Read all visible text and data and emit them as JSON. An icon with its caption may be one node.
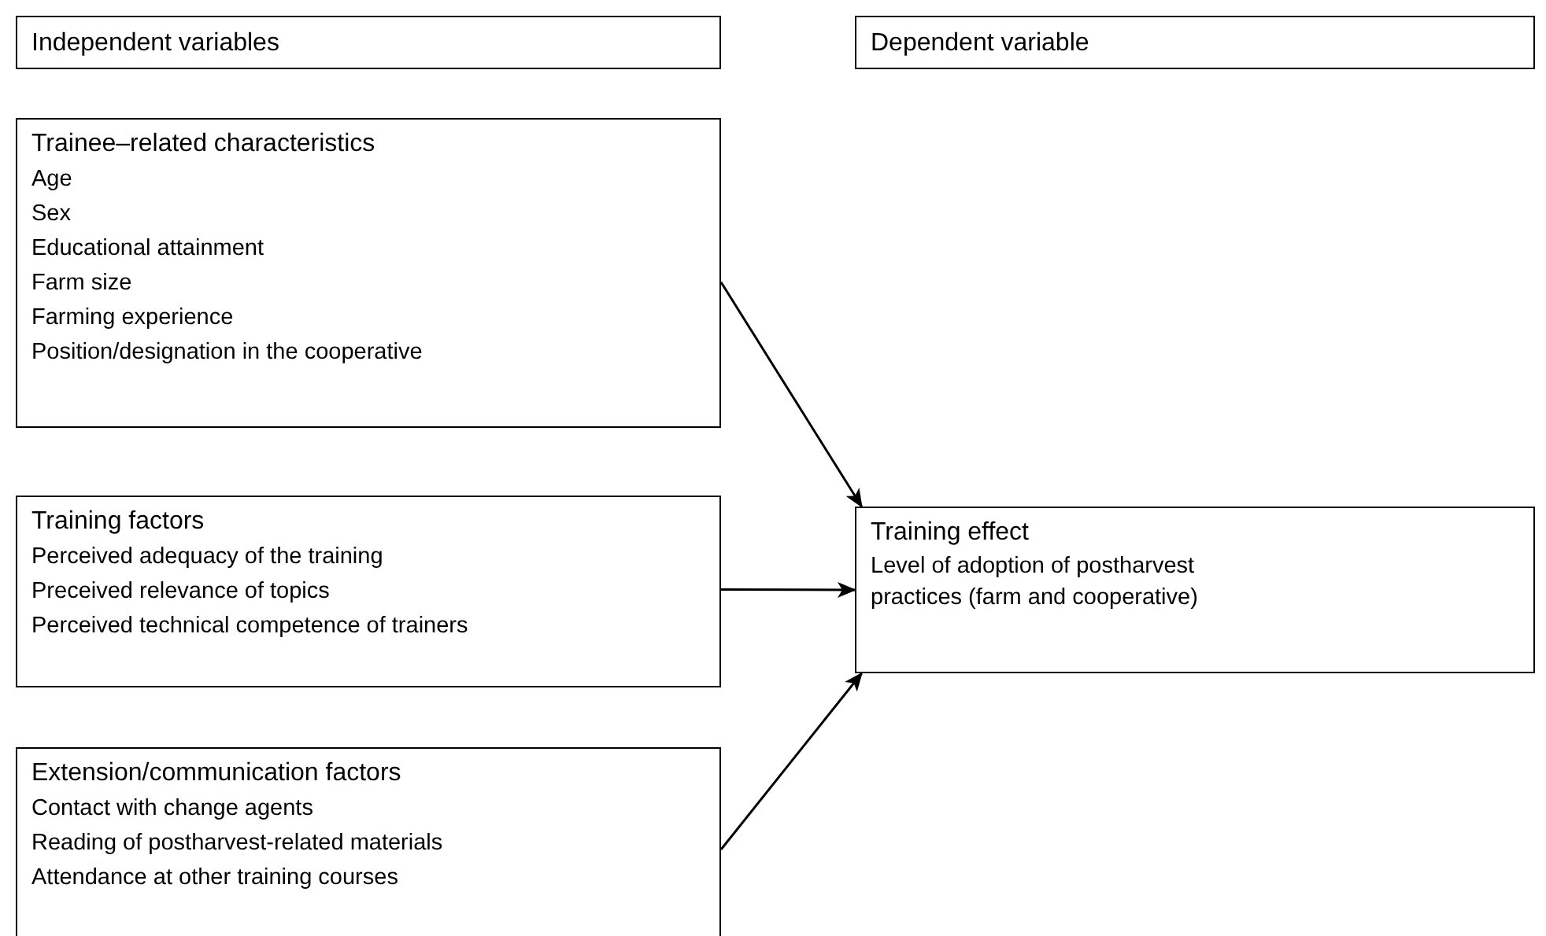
{
  "diagram": {
    "nodes": [
      {
        "text": [
          "Independent variables"
        ]
      },
      {
        "text": [
          "Dependent variable"
        ]
      },
      {
        "text": [
          "Trainee–related characteristics",
          "Age",
          "Sex",
          "Educational attainment",
          "Farm size",
          "Farming experience",
          "Position/designation in the cooperative"
        ]
      },
      {
        "text": [
          "Training factors",
          "Perceived adequacy of the training",
          "Preceived relevance of topics",
          "Perceived technical competence of trainers"
        ]
      },
      {
        "text": [
          "Extension/communication factors",
          "Contact with change agents",
          "Reading of postharvest-related materials",
          "Attendance at other training courses"
        ]
      },
      {
        "text": [
          "Training effect",
          "Level of adoption of postharvest practices (farm and cooperative)"
        ]
      }
    ],
    "edges": [
      {
        "from": 2,
        "to": 5,
        "arrow": "to"
      },
      {
        "from": 3,
        "to": 5,
        "arrow": "to"
      },
      {
        "from": 4,
        "to": 5,
        "arrow": "to"
      }
    ]
  }
}
